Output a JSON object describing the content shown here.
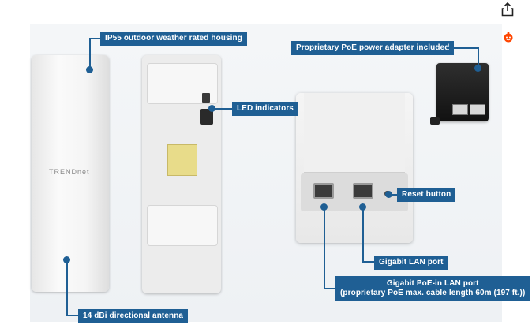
{
  "toolbar": {
    "share_icon": "share-icon",
    "reddit_icon": "reddit-icon"
  },
  "device": {
    "front_logo": "TRENDnet"
  },
  "callouts": {
    "housing": "IP55 outdoor weather rated housing",
    "led": "LED indicators",
    "antenna": "14 dBi directional antenna",
    "adapter": "Proprietary PoE power adapter included",
    "reset": "Reset button",
    "lan": "Gigabit LAN port",
    "poe_line1": "Gigabit PoE-in LAN port",
    "poe_line2": "(proprietary PoE max. cable length 60m (197 ft.))"
  },
  "colors": {
    "callout_bg": "#1f5f94",
    "reddit": "#ff4500"
  }
}
